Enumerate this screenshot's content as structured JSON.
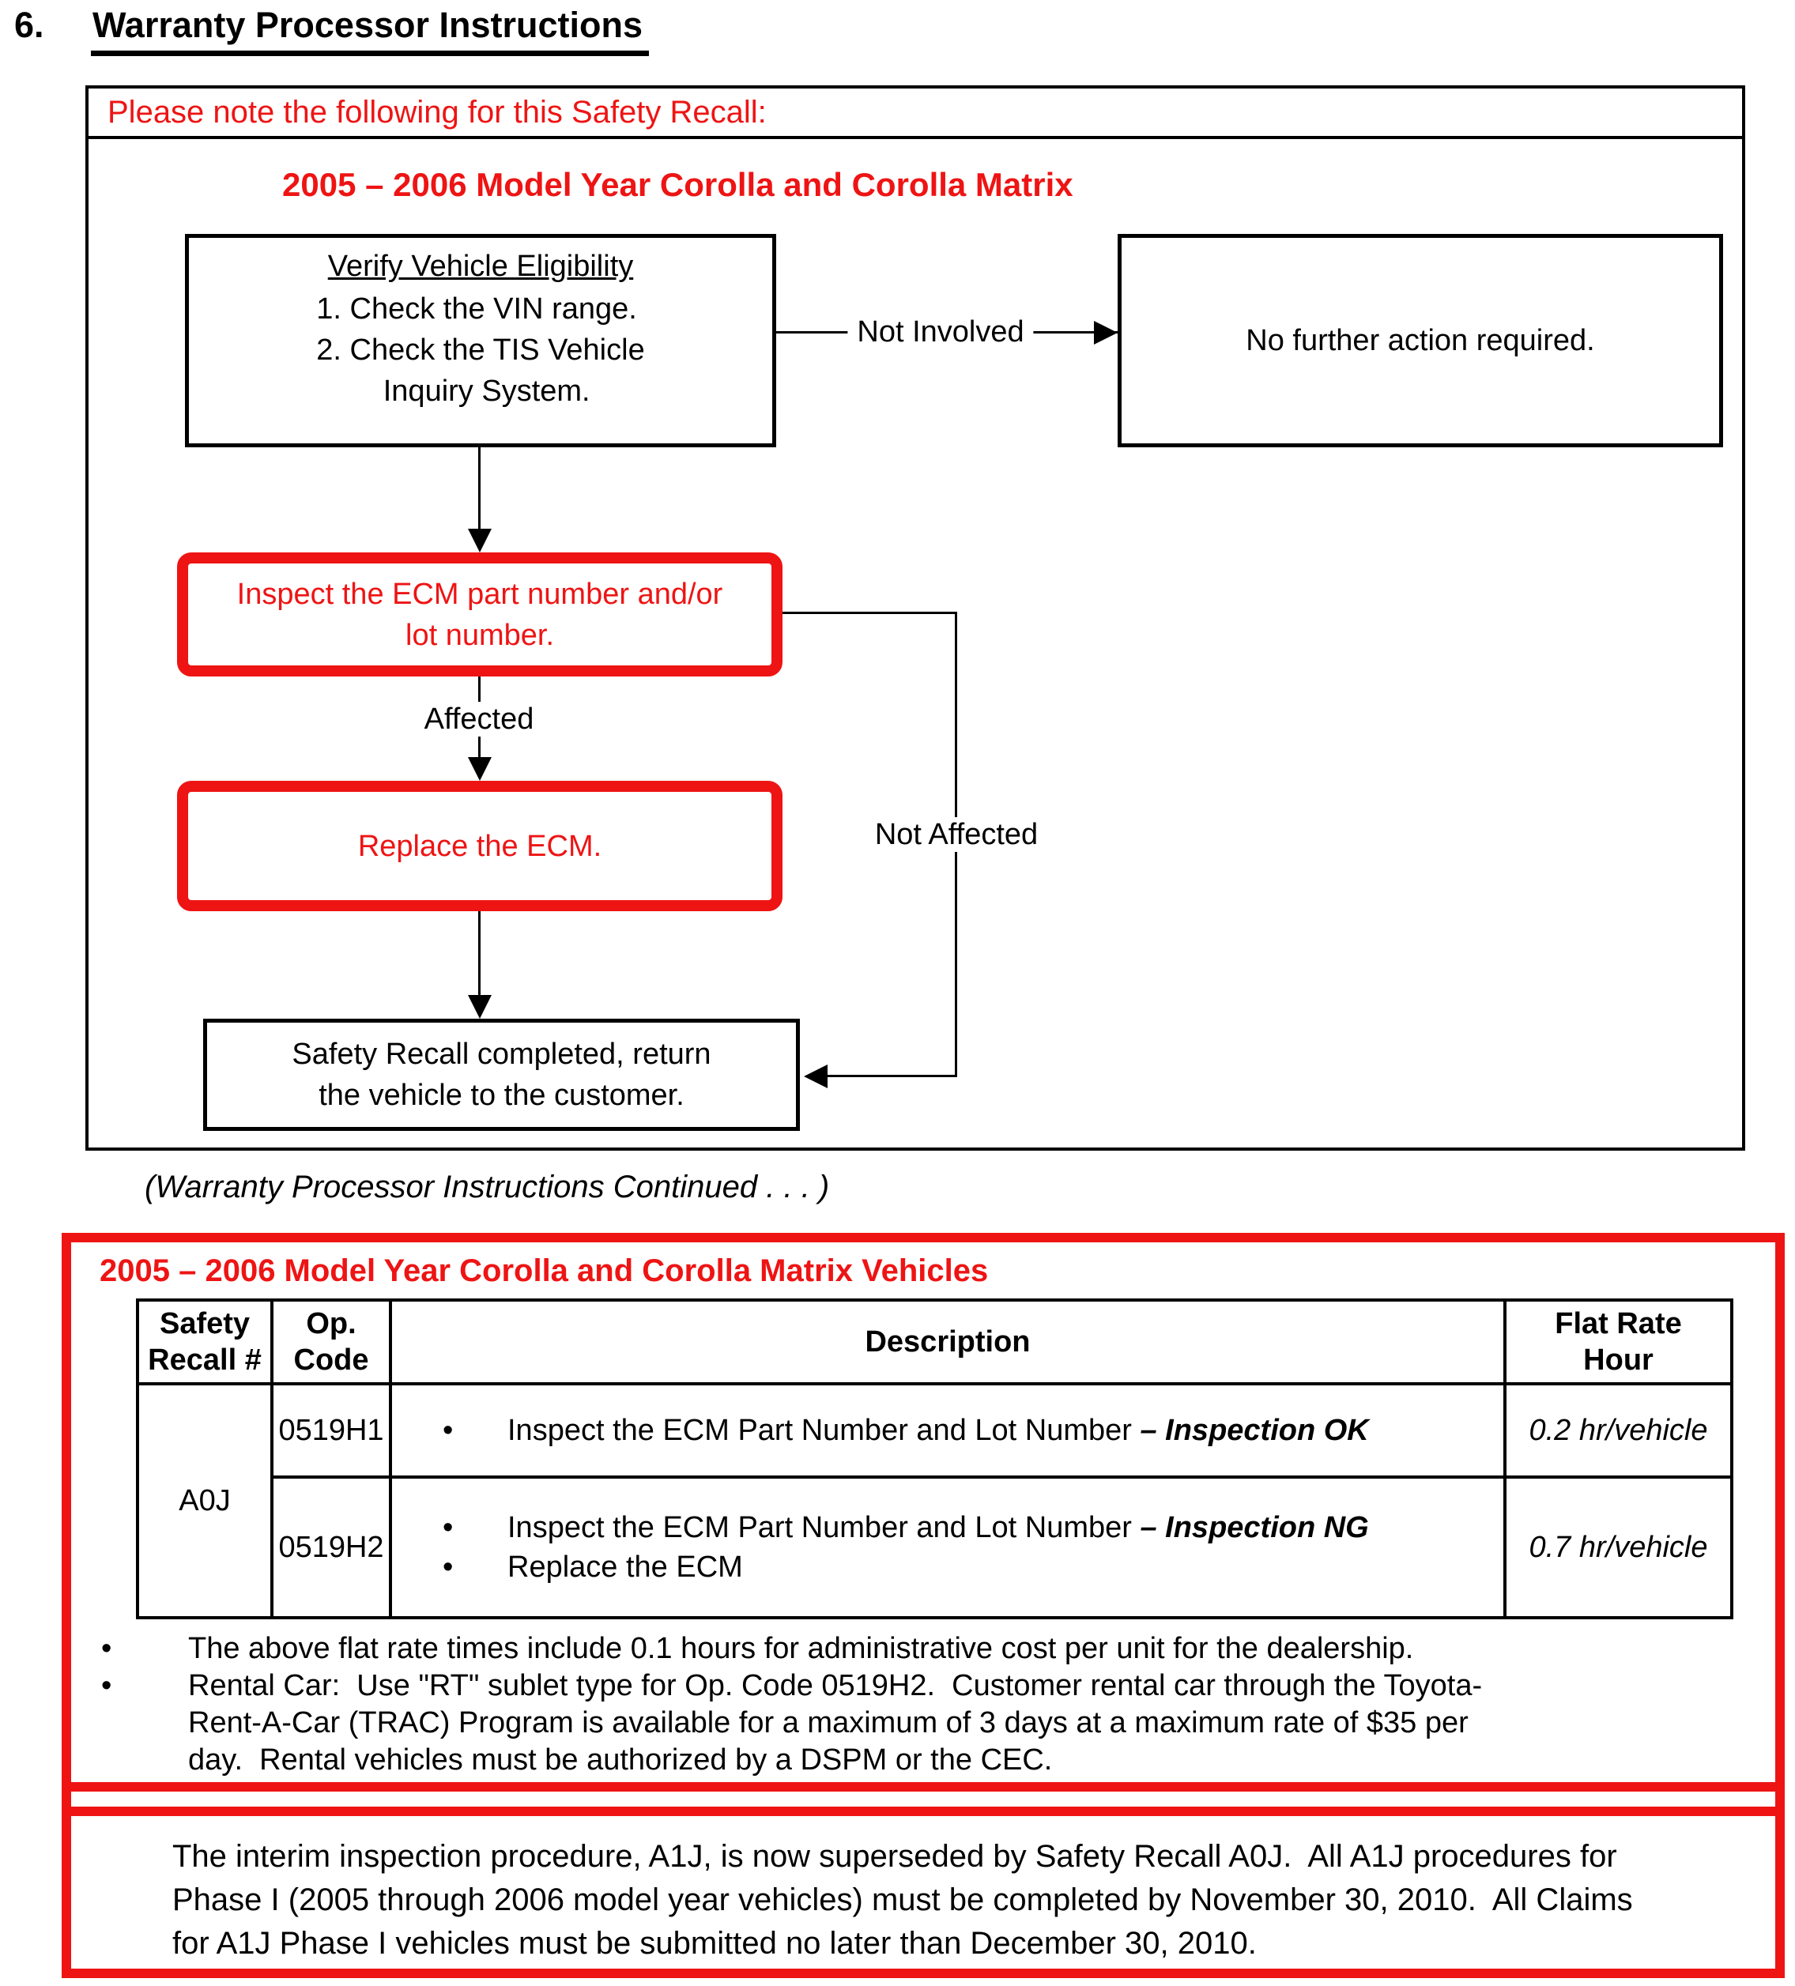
{
  "page": {
    "section_number": "6.",
    "title": "Warranty Processor Instructions"
  },
  "flowchart": {
    "banner": "Please note the following for this Safety Recall:",
    "model_title": "2005 – 2006 Model Year Corolla and Corolla Matrix",
    "verify_box": {
      "title": "Verify Vehicle Eligibility",
      "steps": [
        "1. Check the VIN range.",
        "2. Check the TIS Vehicle",
        "        Inquiry System."
      ]
    },
    "not_involved_label": "Not Involved",
    "no_action_box": "No further action required.",
    "inspect_box": [
      "Inspect the ECM part number and/or",
      "lot number."
    ],
    "affected_label": "Affected",
    "not_affected_label": "Not Affected",
    "replace_box": "Replace the ECM.",
    "complete_box": [
      "Safety Recall completed, return",
      "the vehicle to the customer."
    ]
  },
  "continued_note": "(Warranty Processor Instructions Continued . . . )",
  "warranty_section": {
    "title": "2005 – 2006 Model Year Corolla and Corolla Matrix Vehicles",
    "table": {
      "headers": {
        "safety_recall": [
          "Safety",
          "Recall #"
        ],
        "op_code": [
          "Op.",
          "Code"
        ],
        "description": [
          "Description"
        ],
        "flat_rate": [
          "Flat Rate",
          "Hour"
        ]
      },
      "safety_recall_value": "A0J",
      "rows": [
        {
          "op_code": "0519H1",
          "desc_lines": [
            {
              "text": "Inspect the ECM Part Number and Lot Number ",
              "emphasis": "– Inspection OK"
            }
          ],
          "flat_rate": "0.2 hr/vehicle"
        },
        {
          "op_code": "0519H2",
          "desc_lines": [
            {
              "text": "Inspect the ECM Part Number and Lot Number ",
              "emphasis": "– Inspection NG"
            },
            {
              "text": "Replace the ECM",
              "emphasis": ""
            }
          ],
          "flat_rate": "0.7 hr/vehicle"
        }
      ]
    },
    "notes": [
      [
        "The above flat rate times include 0.1 hours for administrative cost per unit for the dealership."
      ],
      [
        "Rental Car:  Use \"RT\" sublet type for Op. Code 0519H2.  Customer rental car through the Toyota-",
        "Rent-A-Car (TRAC) Program is available for a maximum of 3 days at a maximum rate of $35 per",
        "day.  Rental vehicles must be authorized by a DSPM or the CEC."
      ]
    ]
  },
  "interim_note": [
    "The interim inspection procedure, A1J, is now superseded by Safety Recall A0J.  All A1J procedures for",
    "Phase I (2005 through 2006 model year vehicles) must be completed by November 30, 2010.  All Claims",
    "for A1J Phase I vehicles must be submitted no later than December 30, 2010."
  ],
  "colors": {
    "accent_red": "#ee1414",
    "ink_black": "#000000",
    "background": "#ffffff"
  }
}
